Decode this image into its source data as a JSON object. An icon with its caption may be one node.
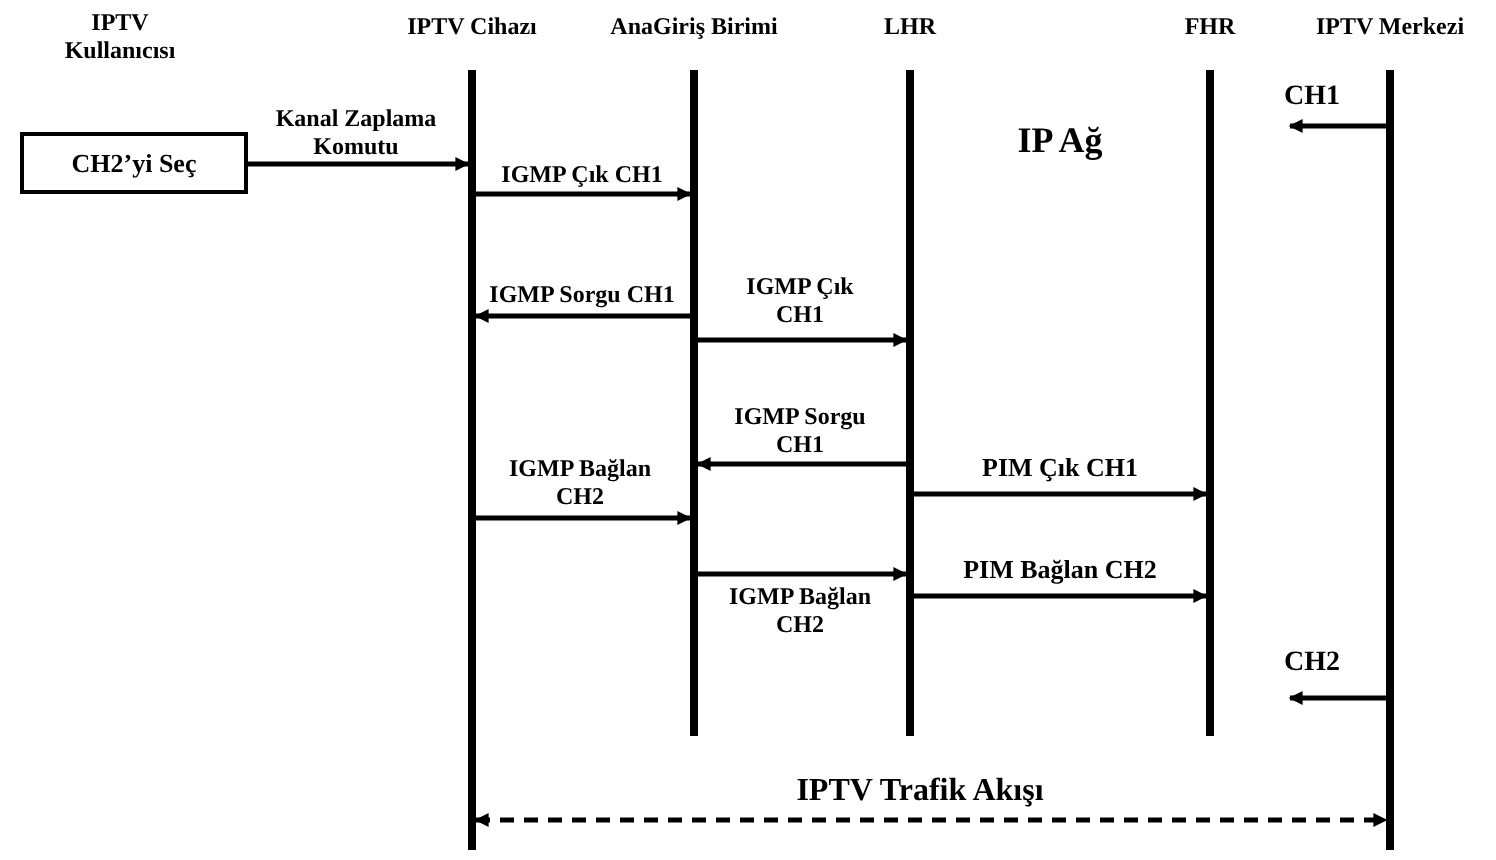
{
  "diagram": {
    "nodes": [
      {
        "text": [
          "CH2’yi Seç"
        ]
      },
      {
        "text": [
          "IPTV Cihazı"
        ]
      },
      {
        "text": [
          "AnaGiriş Birimi"
        ]
      },
      {
        "text": [
          "LHR"
        ]
      },
      {
        "text": [
          "FHR"
        ]
      },
      {
        "text": [
          "IPTV Merkezi"
        ]
      }
    ],
    "edges": [
      {
        "from": 0,
        "to": 1,
        "arrow": "to",
        "label": "Kanal Zaplama Komutu"
      },
      {
        "from": 1,
        "to": 2,
        "arrow": "to",
        "label": "IGMP Çık CH1"
      },
      {
        "from": 2,
        "to": 1,
        "arrow": "to",
        "label": "IGMP Sorgu CH1"
      },
      {
        "from": 2,
        "to": 3,
        "arrow": "to",
        "label": "IGMP Çık CH1"
      },
      {
        "from": 3,
        "to": 2,
        "arrow": "to",
        "label": "IGMP Sorgu CH1"
      },
      {
        "from": 3,
        "to": 4,
        "arrow": "to",
        "label": "PIM Çık CH1"
      },
      {
        "from": 1,
        "to": 2,
        "arrow": "to",
        "label": "IGMP Bağlan CH2"
      },
      {
        "from": 2,
        "to": 3,
        "arrow": "to",
        "label": "IGMP Bağlan CH2"
      },
      {
        "from": 3,
        "to": 4,
        "arrow": "to",
        "label": "PIM Bağlan CH2"
      },
      {
        "from": 5,
        "to": null,
        "arrow": "to",
        "label": "CH1"
      },
      {
        "from": 5,
        "to": null,
        "arrow": "to",
        "label": "CH2"
      },
      {
        "from": 1,
        "to": 5,
        "arrow": "both",
        "label": "IPTV Trafik Akışı",
        "style": "dashed"
      }
    ],
    "labels": [
      "IPTV Kullanıcısı",
      "IP Ağ"
    ]
  }
}
